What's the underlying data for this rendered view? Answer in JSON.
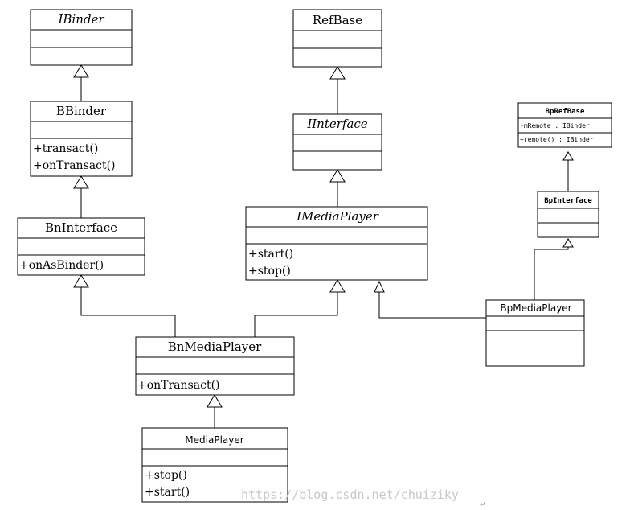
{
  "diagram": {
    "classes": {
      "ibinder": {
        "name": "IBinder",
        "italic": true,
        "attributes": [],
        "operations": []
      },
      "refbase": {
        "name": "RefBase",
        "italic": false,
        "attributes": [],
        "operations": []
      },
      "bbinder": {
        "name": "BBinder",
        "italic": false,
        "attributes": [],
        "operations": [
          "+transact()",
          "+onTransact()"
        ]
      },
      "iinterface": {
        "name": "IInterface",
        "italic": true,
        "attributes": [],
        "operations": []
      },
      "dprefbase": {
        "name": "BpRefBase",
        "italic": false,
        "attributes": [
          "-mRemote : IBinder"
        ],
        "operations": [
          "+remote() : IBinder"
        ]
      },
      "bpinterface": {
        "name": "BpInterface",
        "italic": false,
        "attributes": [],
        "operations": []
      },
      "bninterface": {
        "name": "BnInterface",
        "italic": false,
        "attributes": [],
        "operations": [
          "+onAsBinder()"
        ]
      },
      "imediaplayer": {
        "name": "IMediaPlayer",
        "italic": true,
        "attributes": [],
        "operations": [
          "+start()",
          "+stop()"
        ]
      },
      "bpmediaplayer": {
        "name": "BpMediaPlayer",
        "italic": false,
        "attributes": [],
        "operations": []
      },
      "bnmediaplayer": {
        "name": "BnMediaPlayer",
        "italic": false,
        "attributes": [],
        "operations": [
          "+onTransact()"
        ]
      },
      "mediaplayer": {
        "name": "MediaPlayer",
        "italic": false,
        "attributes": [],
        "operations": [
          "+stop()",
          "+start()"
        ]
      }
    },
    "relations": [
      {
        "from": "bbinder",
        "to": "ibinder",
        "type": "generalization"
      },
      {
        "from": "iinterface",
        "to": "refbase",
        "type": "generalization"
      },
      {
        "from": "bninterface",
        "to": "bbinder",
        "type": "generalization"
      },
      {
        "from": "imediaplayer",
        "to": "iinterface",
        "type": "generalization"
      },
      {
        "from": "bpinterface",
        "to": "dprefbase",
        "type": "generalization"
      },
      {
        "from": "bpmediaplayer",
        "to": "bpinterface",
        "type": "generalization"
      },
      {
        "from": "bpmediaplayer",
        "to": "imediaplayer",
        "type": "generalization"
      },
      {
        "from": "bnmediaplayer",
        "to": "bninterface",
        "type": "generalization"
      },
      {
        "from": "bnmediaplayer",
        "to": "imediaplayer",
        "type": "generalization"
      },
      {
        "from": "mediaplayer",
        "to": "bnmediaplayer",
        "type": "generalization"
      }
    ],
    "watermark": "https://blog.csdn.net/chuiziky"
  }
}
